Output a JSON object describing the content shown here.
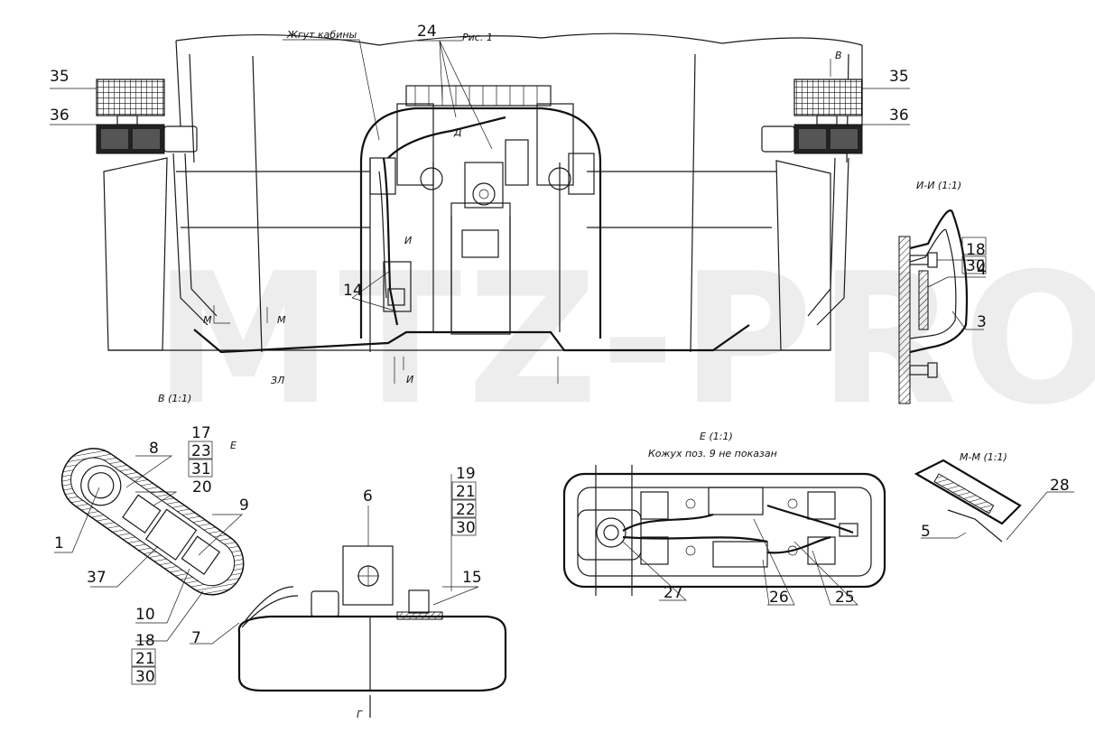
{
  "captions": {
    "figure": "Рис. 1",
    "harness": "Жгут кабины",
    "view_v": "В (1:1)",
    "view_e": "Е (1:1)",
    "e_note": "Кожух поз. 9 не показан",
    "section_ii": "И-И (1:1)",
    "section_mm": "М-М (1:1)",
    "mark_b": "В",
    "mark_d": "Д",
    "mark_i_top": "И",
    "mark_i_bottom": "И",
    "mark_m_left": "М",
    "mark_m_right": "М",
    "mark_e": "Е",
    "mark_g": "Г",
    "mark_zz": "ЗЛ"
  },
  "watermark": "MTZ-PRO",
  "callouts": {
    "n35_left": "35",
    "n36_left": "36",
    "n35_right": "35",
    "n36_right": "36",
    "n24": "24",
    "n14": "14",
    "n18_ii": "18",
    "n30_ii": "30",
    "n4": "4",
    "n3": "3",
    "n17": "17",
    "n23": "23",
    "n31": "31",
    "n8": "8",
    "n20": "20",
    "n9": "9",
    "n1": "1",
    "n37": "37",
    "n10": "10",
    "n18_v": "18",
    "n21_v": "21",
    "n30_v": "30",
    "n7": "7",
    "n6": "6",
    "n19": "19",
    "n21_g": "21",
    "n22": "22",
    "n30_g": "30",
    "n15": "15",
    "n27": "27",
    "n26": "26",
    "n25": "25",
    "n28": "28",
    "n5": "5"
  }
}
